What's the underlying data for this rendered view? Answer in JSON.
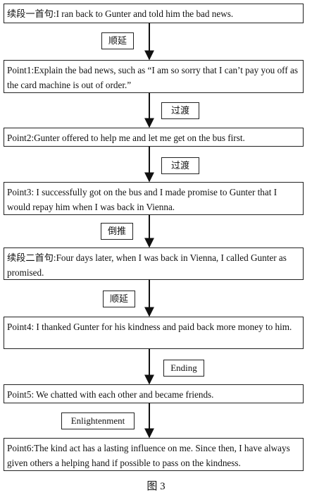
{
  "boxes": [
    {
      "id": "b0",
      "text": "续段一首句:I ran back to Gunter and told him the bad news."
    },
    {
      "id": "b1",
      "text": "Point1:Explain the bad news, such as “I am so sorry that I can’t pay you off as the card machine is out of order.”"
    },
    {
      "id": "b2",
      "text": "Point2:Gunter offered to help me and let me get on the bus first."
    },
    {
      "id": "b3",
      "text": "Point3: I successfully got on the bus and I made promise to Gunter that I would repay him when I was back in Vienna."
    },
    {
      "id": "b4",
      "text": "续段二首句:Four days later, when I was back in Vienna, I called Gunter as promised."
    },
    {
      "id": "b5",
      "text": "Point4: I thanked Gunter for his kindness and paid back more money to him."
    },
    {
      "id": "b6",
      "text": "Point5: We chatted with each other and became friends."
    },
    {
      "id": "b7",
      "text": "Point6:The kind act has a lasting influence on me. Since then, I have always given others a helping hand if possible to pass on the kindness."
    }
  ],
  "connectors": [
    {
      "label": "顺延"
    },
    {
      "label": "过渡"
    },
    {
      "label": "过渡"
    },
    {
      "label": "倒推"
    },
    {
      "label": "顺延"
    },
    {
      "label": "Ending"
    },
    {
      "label": "Enlightenment"
    }
  ],
  "caption": "图 3"
}
